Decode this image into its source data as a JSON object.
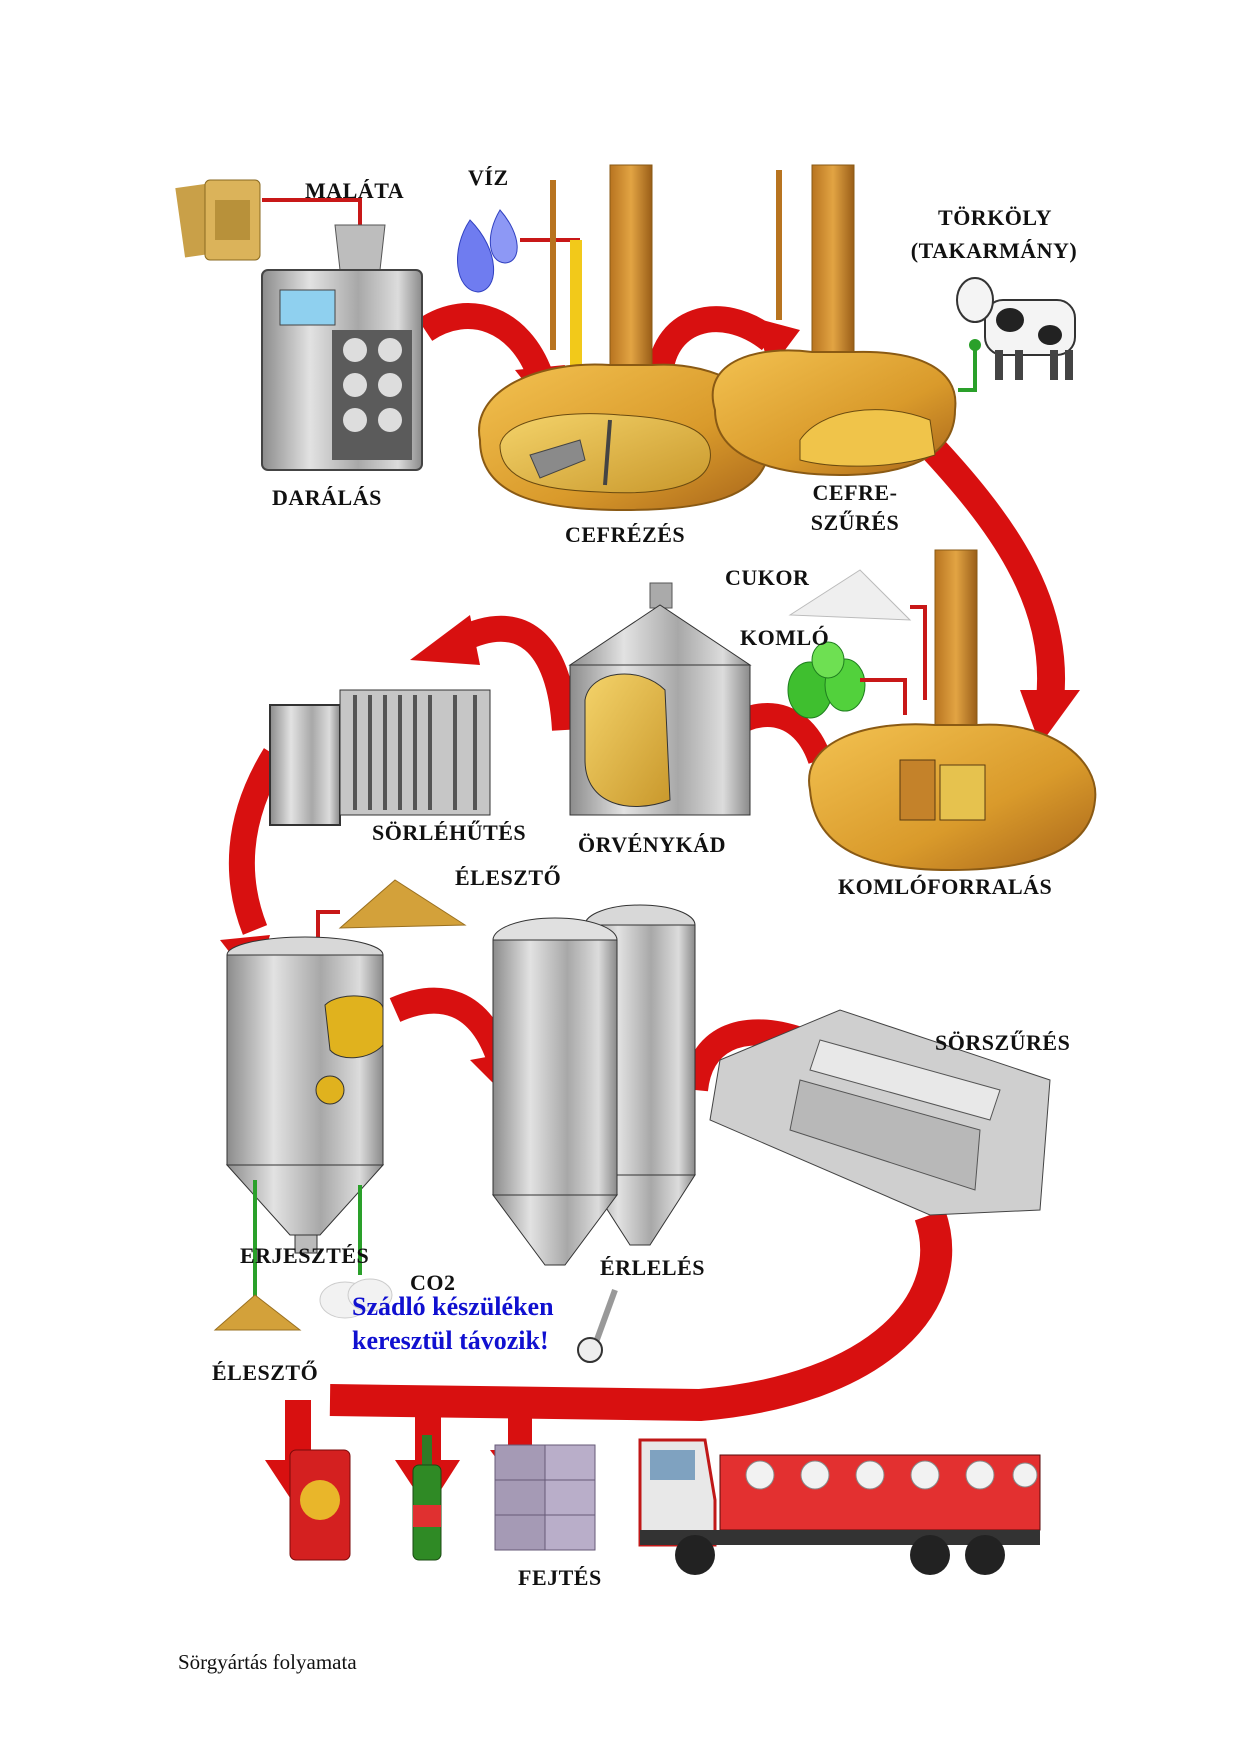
{
  "diagram": {
    "title_caption": "Sörgyártás folyamata",
    "colors": {
      "arrow": "#e01010",
      "arrow_dark": "#b00000",
      "copper": "#d99a2b",
      "steel": "#b8b8b8",
      "pipe_red": "#c81818",
      "pipe_green": "#2aa02a",
      "note_blue": "#1010d0"
    },
    "inputs": {
      "malt": "MALÁTA",
      "water": "VÍZ",
      "spent_grain": "TÖRKÖLY",
      "spent_grain_use": "(TAKARMÁNY)",
      "sugar": "CUKOR",
      "hops": "KOMLÓ",
      "yeast_in": "ÉLESZTŐ",
      "yeast_out": "ÉLESZTŐ",
      "co2": "CO2"
    },
    "steps": [
      {
        "id": "milling",
        "label": "DARÁLÁS"
      },
      {
        "id": "mashing",
        "label": "CEFRÉZÉS"
      },
      {
        "id": "lautering",
        "label_line1": "CEFRE-",
        "label_line2": "SZŰRÉS"
      },
      {
        "id": "boiling",
        "label": "KOMLÓFORRALÁS"
      },
      {
        "id": "whirlpool",
        "label": "ÖRVÉNYKÁD"
      },
      {
        "id": "cooling",
        "label": "SÖRLÉHŰTÉS"
      },
      {
        "id": "fermentation",
        "label": "ERJESZTÉS"
      },
      {
        "id": "maturation",
        "label": "ÉRLELÉS"
      },
      {
        "id": "filtration",
        "label": "SÖRSZŰRÉS"
      },
      {
        "id": "packaging",
        "label": "FEJTÉS"
      }
    ],
    "co2_note_line1": "Szádló készüléken",
    "co2_note_line2": "keresztül távozik!",
    "icons": [
      "malt-sack-icon",
      "water-drops-icon",
      "cow-icon",
      "sugar-pile-icon",
      "hops-icon",
      "yeast-pile-icon",
      "co2-cloud-icon",
      "pressure-gauge-icon",
      "beer-can-icon",
      "beer-bottle-icon",
      "keg-icon",
      "tanker-truck-icon"
    ]
  }
}
